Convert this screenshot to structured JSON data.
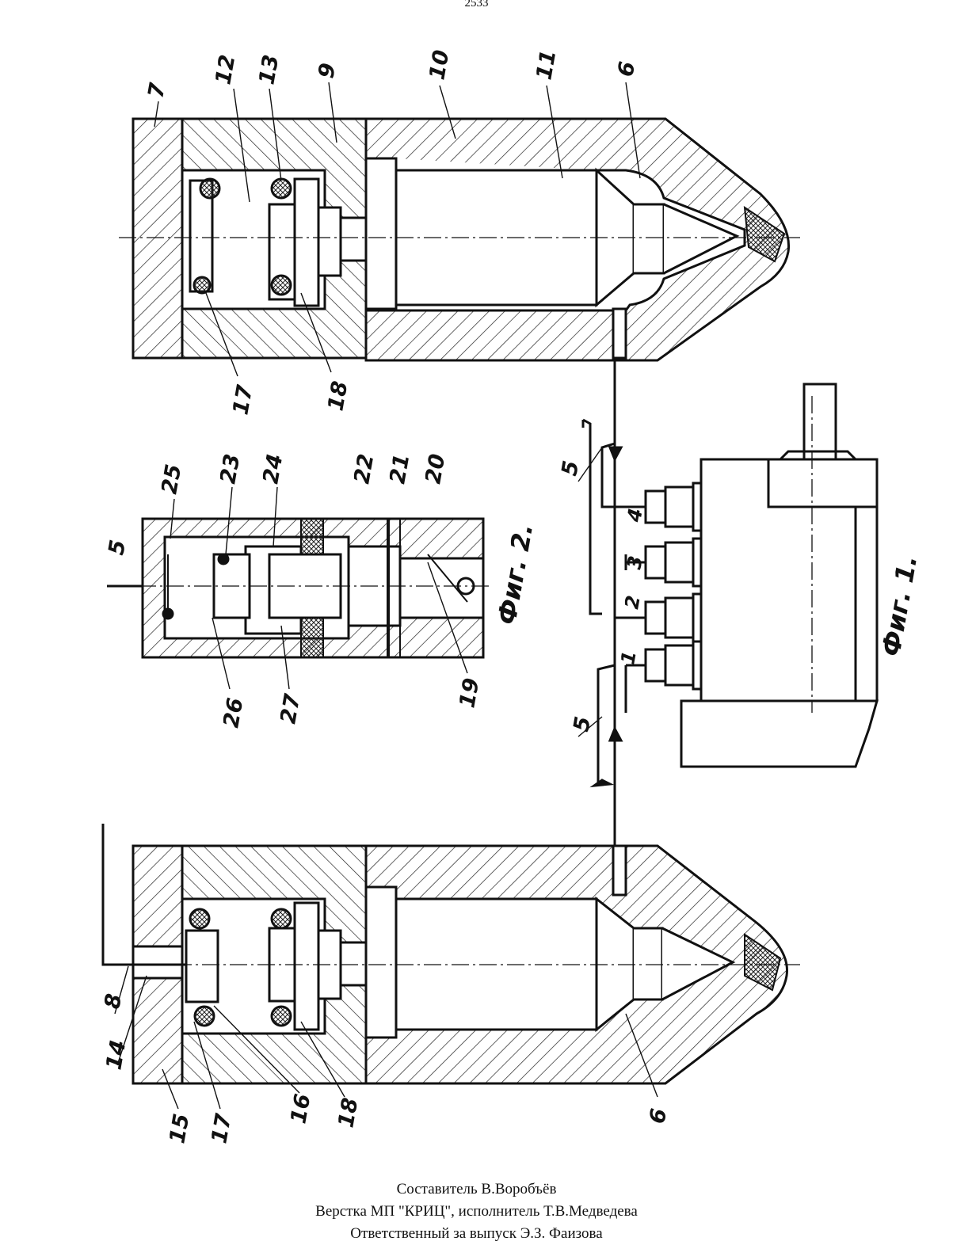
{
  "page_number": "2533",
  "fig1_caption": "Фиг. 1.",
  "fig2_caption": "Фиг. 2.",
  "labels": {
    "n1": "1",
    "n2": "2",
    "n3": "3",
    "n4": "4",
    "n5": "5",
    "n6": "6",
    "n7": "7",
    "n8": "8",
    "n9": "9",
    "n10": "10",
    "n11": "11",
    "n12": "12",
    "n13": "13",
    "n14": "14",
    "n15": "15",
    "n16": "16",
    "n17": "17",
    "n18": "18",
    "n19": "19",
    "n20": "20",
    "n21": "21",
    "n22": "22",
    "n23": "23",
    "n24": "24",
    "n25": "25",
    "n26": "26",
    "n27": "27"
  },
  "footer": {
    "line1": "Составитель  В.Воробъёв",
    "line2": "Верстка МП \"КРИЦ\", исполнитель Т.В.Медведева",
    "line3": "Ответственный за выпуск Э.З. Фаизова"
  }
}
